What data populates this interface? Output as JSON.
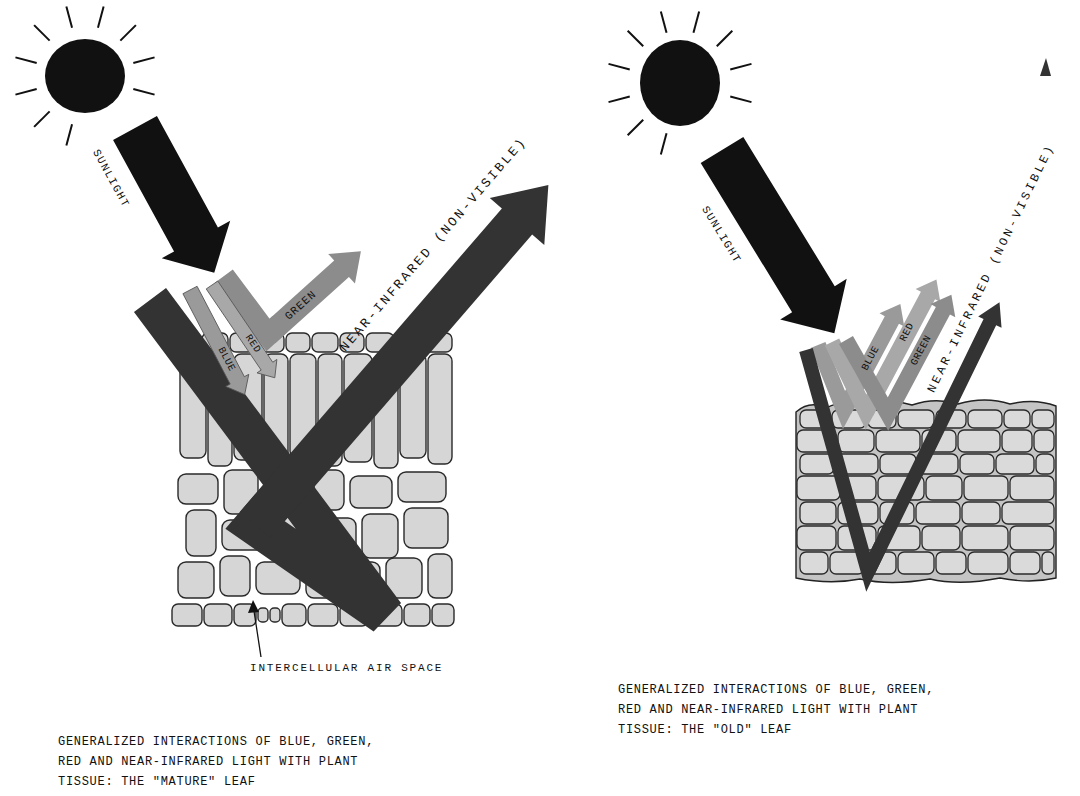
{
  "diagram": {
    "labels": [
      "SUNLIGHT",
      "GREEN",
      "NEAR-INFRARED (NON-VISIBLE)",
      "BLUE",
      "RED",
      "INTERCELLULAR AIR SPACE",
      "GENERALIZED INTERACTIONS OF BLUE, GREEN, RED AND NEAR-INFRARED LIGHT WITH PLANT TISSUE: THE \"MATURE\" LEAF",
      "SUNLIGHT",
      "BLUE",
      "RED",
      "GREEN",
      "NEAR-INFRARED (NON-VISIBLE)",
      "GENERALIZED INTERACTIONS OF BLUE, GREEN, RED AND NEAR-INFRARED LIGHT WITH PLANT TISSUE: THE \"OLD\" LEAF"
    ]
  }
}
